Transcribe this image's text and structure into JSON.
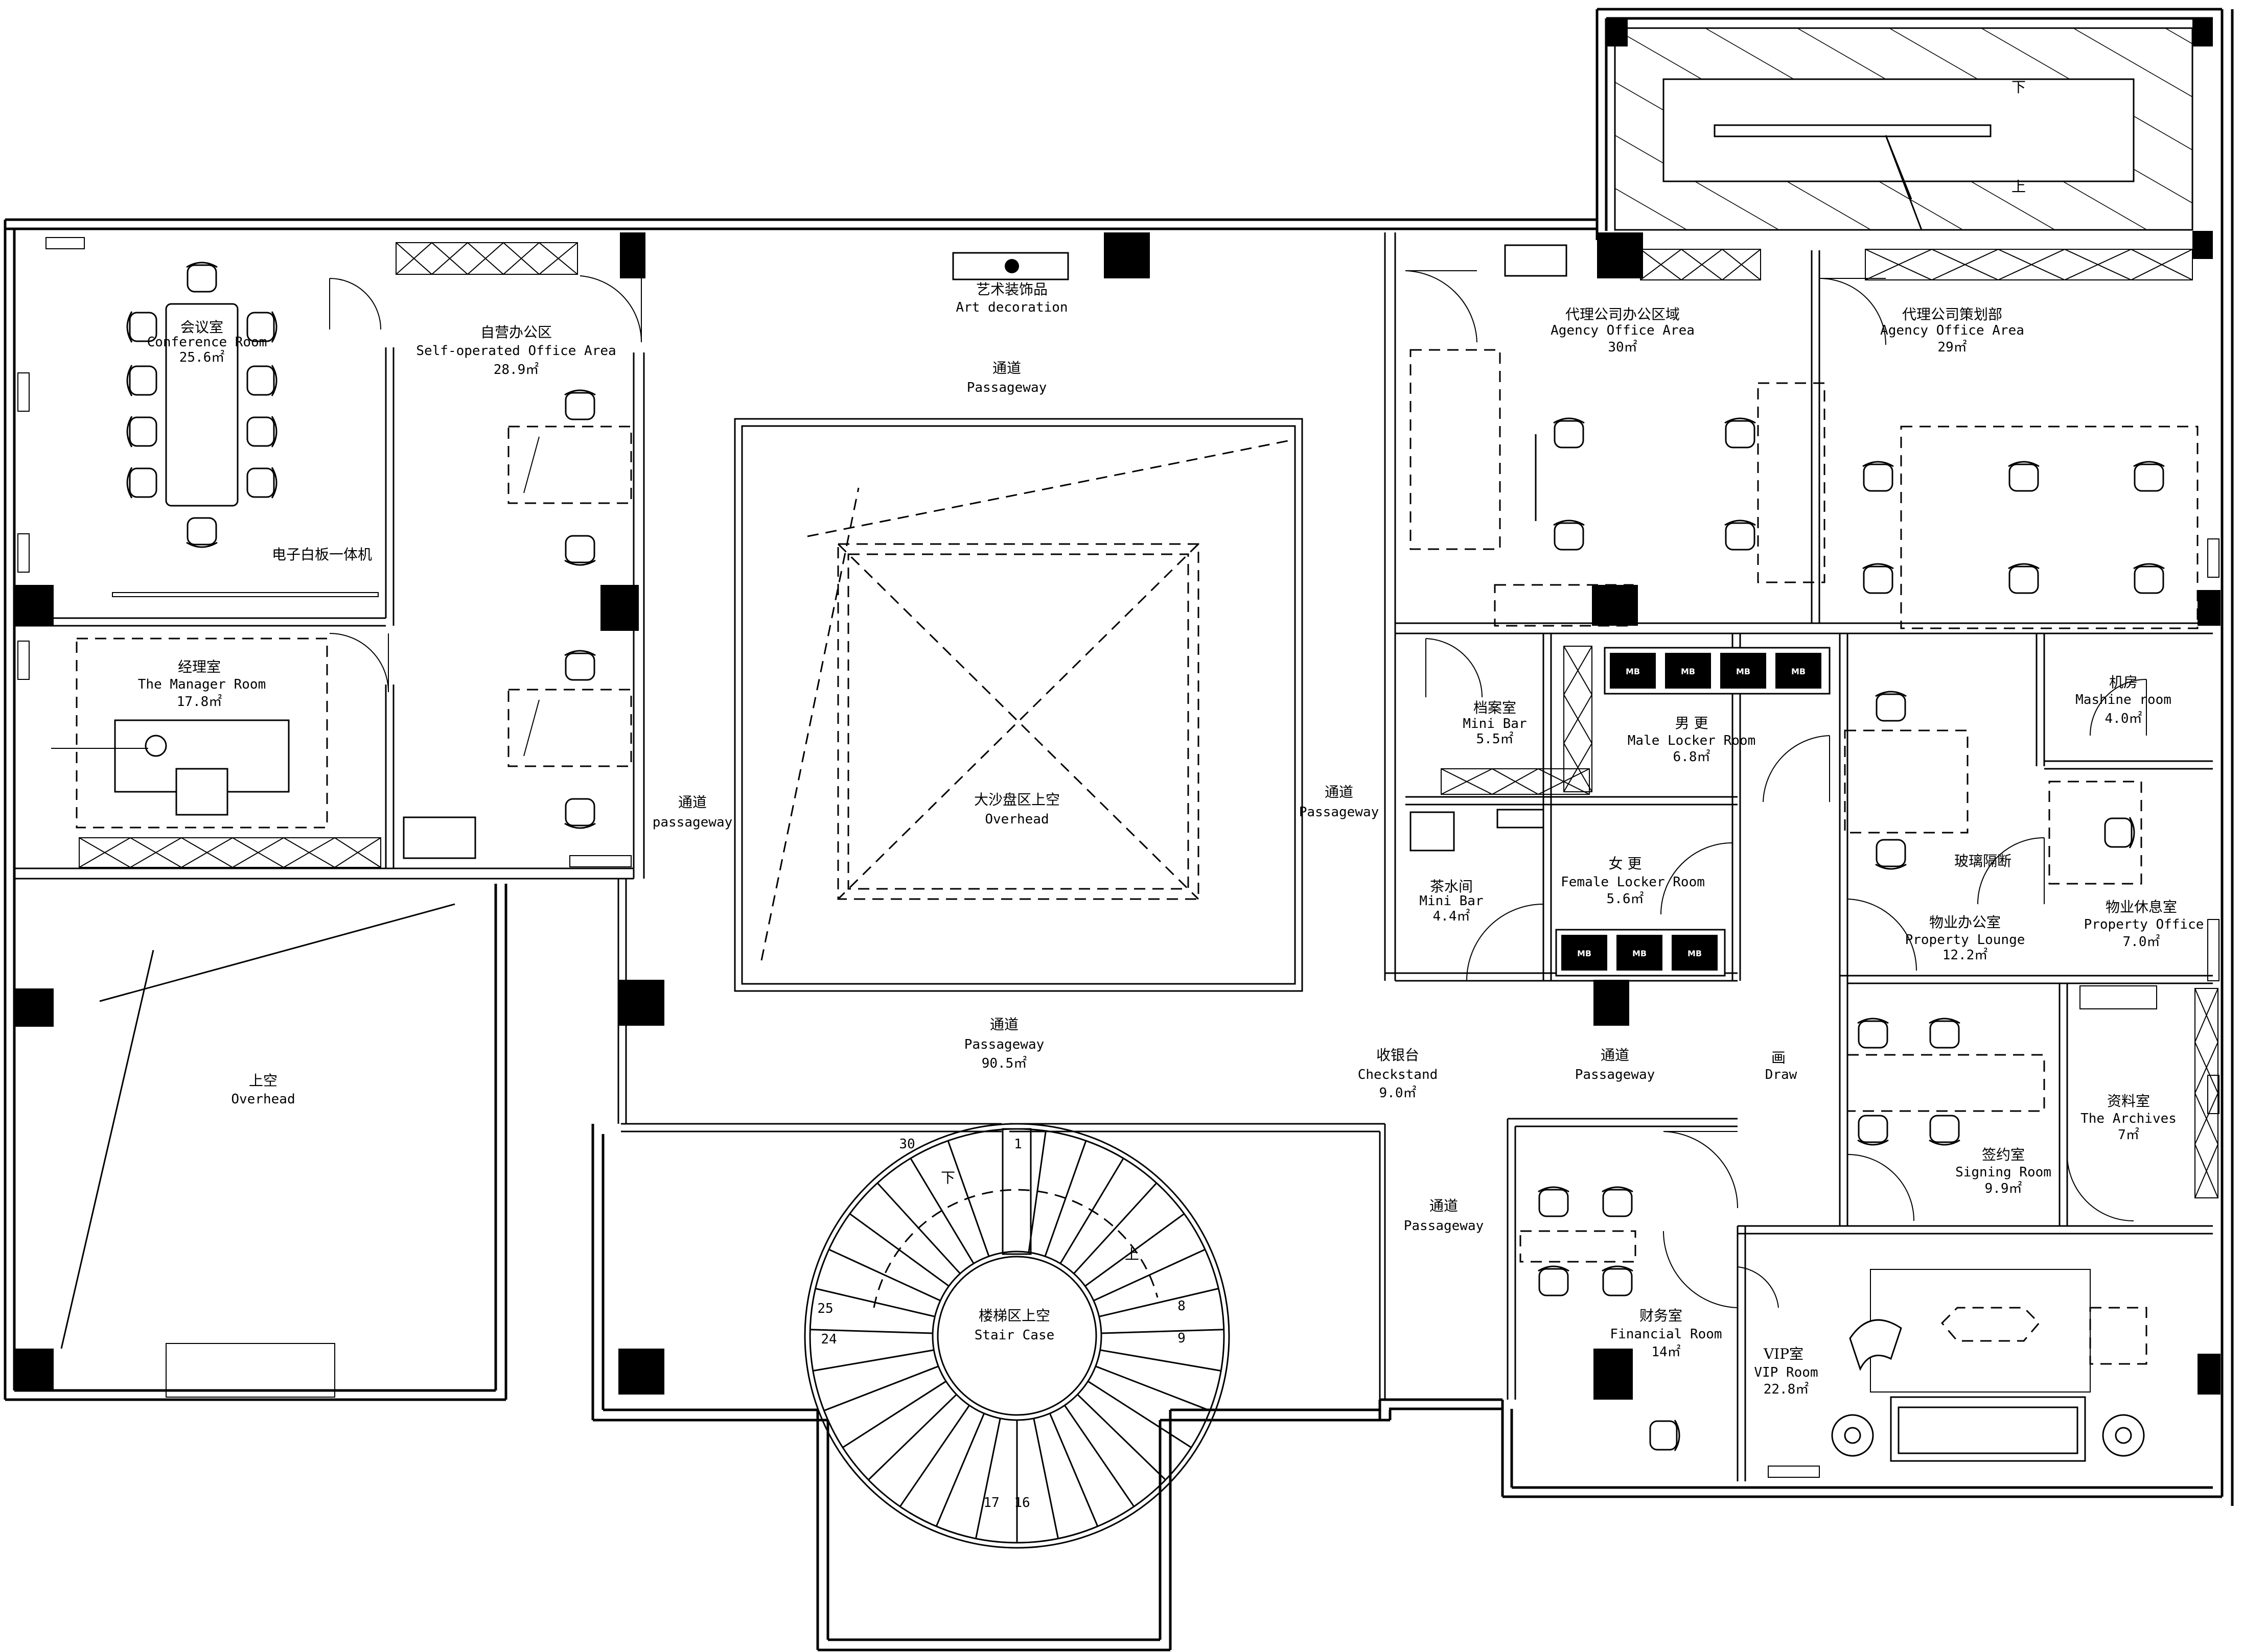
{
  "rooms": {
    "conference": {
      "zh": "会议室",
      "en": "Conference Room",
      "area": "25.6㎡"
    },
    "self_office": {
      "zh": "自营办公区",
      "en": "Self-operated Office Area",
      "area": "28.9㎡"
    },
    "whiteboard": {
      "zh": "电子白板一体机"
    },
    "manager": {
      "zh": "经理室",
      "en": "The Manager Room",
      "area": "17.8㎡"
    },
    "overhead_left": {
      "zh": "上空",
      "en": "Overhead"
    },
    "art": {
      "zh": "艺术装饰品",
      "en": "Art decoration"
    },
    "passage_top": {
      "zh": "通道",
      "en": "Passageway"
    },
    "passage_left": {
      "zh": "通道",
      "en": "passageway"
    },
    "passage_right": {
      "zh": "通道",
      "en": "Passageway"
    },
    "sand_table": {
      "zh": "大沙盘区上空",
      "en": "Overhead"
    },
    "passage_main": {
      "zh": "通道",
      "en": "Passageway",
      "area": "90.5㎡"
    },
    "checkstand": {
      "zh": "收银台",
      "en": "Checkstand",
      "area": "9.0㎡"
    },
    "passage_mid": {
      "zh": "通道",
      "en": "Passageway"
    },
    "passage_low": {
      "zh": "通道",
      "en": "Passageway"
    },
    "stair": {
      "zh": "楼梯区上空",
      "en": "Stair Case"
    },
    "agency_office": {
      "zh": "代理公司办公区域",
      "en": "Agency Office Area",
      "area": "30㎡"
    },
    "agency_plan": {
      "zh": "代理公司策划部",
      "en": "Agency Office Area",
      "area": "29㎡"
    },
    "archive_minibar": {
      "zh": "档案室",
      "en": "Mini Bar",
      "area": "5.5㎡"
    },
    "male_locker": {
      "zh": "男 更",
      "en": "Male Locker Room",
      "area": "6.8㎡"
    },
    "machine": {
      "zh": "机房",
      "en": "Mashine room",
      "area": "4.0㎡"
    },
    "glass": {
      "zh": "玻璃隔断"
    },
    "tea": {
      "zh": "茶水间",
      "en": "Mini Bar",
      "area": "4.4㎡"
    },
    "female_locker": {
      "zh": "女 更",
      "en": "Female Locker Room",
      "area": "5.6㎡"
    },
    "property_office": {
      "zh": "物业办公室",
      "en": "Property Lounge",
      "area": "12.2㎡"
    },
    "property_rest": {
      "zh": "物业休息室",
      "en": "Property Office",
      "area": "7.0㎡"
    },
    "draw": {
      "zh": "画",
      "en": "Draw"
    },
    "signing": {
      "zh": "签约室",
      "en": "Signing Room",
      "area": "9.9㎡"
    },
    "archives": {
      "zh": "资料室",
      "en": "The Archives",
      "area": "7㎡"
    },
    "financial": {
      "zh": "财务室",
      "en": "Financial Room",
      "area": "14㎡"
    },
    "vip": {
      "zh": "VIP室",
      "en": "VIP Room",
      "area": "22.8㎡"
    }
  },
  "locker_label": "MB",
  "stair_labels": {
    "down": "下",
    "up": "上",
    "steps": [
      "30",
      "1",
      "25",
      "24",
      "8",
      "9",
      "17",
      "16"
    ]
  },
  "exit_stair_labels": {
    "down": "下",
    "up": "上"
  },
  "icons": {
    "door": "door-swing-icon",
    "chair": "chair-icon",
    "radiator": "radiator-icon",
    "lamp": "floor-lamp-icon",
    "sofa": "sofa-icon"
  }
}
